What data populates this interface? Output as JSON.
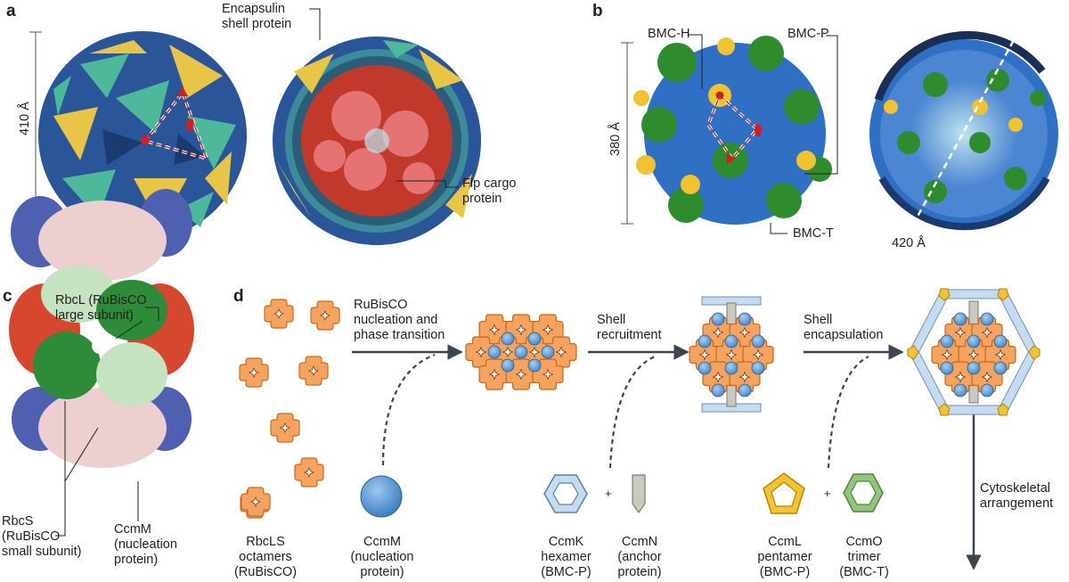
{
  "panels": {
    "a": "a",
    "b": "b",
    "c": "c",
    "d": "d"
  },
  "a": {
    "scale_label": "410 Å",
    "shell_label": "Encapsulin\nshell protein",
    "cargo_label": "Flp cargo\nprotein"
  },
  "b": {
    "scale_label": "380 Å",
    "bmc_h": "BMC-H",
    "bmc_p": "BMC-P",
    "bmc_t": "BMC-T",
    "diameter_label": "420 Å"
  },
  "c": {
    "rbcl": "RbcL (RuBisCO\nlarge subunit)",
    "rbcs": "RbcS\n(RuBisCO\nsmall subunit)",
    "ccmm": "CcmM\n(nucleation\nprotein)"
  },
  "d": {
    "step1": "RuBisCO\nnucleation and\nphase transition",
    "step2": "Shell\nrecruitment",
    "step3": "Shell\nencapsulation",
    "step4": "Cytoskeletal\narrangement",
    "plus": "+",
    "legend": [
      {
        "name": "RbcLS\noctamers\n(RuBisCO)"
      },
      {
        "name": "CcmM\n(nucleation\nprotein)"
      },
      {
        "name": "CcmK\nhexamer\n(BMC-P)"
      },
      {
        "name": "CcmN\n(anchor\nprotein)"
      },
      {
        "name": "CcmL\npentamer\n(BMC-P)"
      },
      {
        "name": "CcmO\ntrimer\n(BMC-T)"
      }
    ]
  },
  "colors": {
    "rubisco_orange": "#f4a460",
    "ccmm_blue": "#5b9bd5",
    "shell_light_blue": "#c5dcf0",
    "pentamer_yellow": "#f1c232",
    "trimer_green": "#93c47d",
    "encapsulin_navy": "#2a5599",
    "encapsulin_teal": "#4db89a",
    "encapsulin_gold": "#e8c547",
    "cargo_red": "#c0392b",
    "bmc_blue": "#2f6fc4",
    "bmc_green": "#2e8b2e",
    "arrow_gray": "#3c4650"
  }
}
